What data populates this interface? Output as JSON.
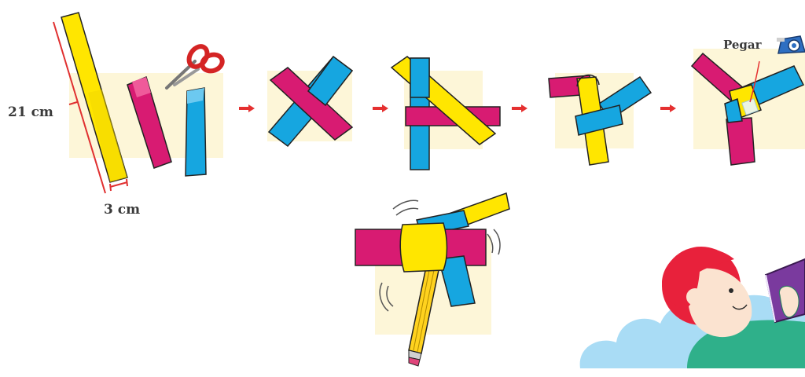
{
  "labels": {
    "length": "21 cm",
    "width": "3 cm",
    "glue": "Pegar"
  },
  "colors": {
    "yellow": "#ffe600",
    "magenta": "#d81b72",
    "cyan": "#16a6e0",
    "panel": "#fdf6d8",
    "arrow": "#e53030",
    "cloud": "#a9dcf5",
    "hair": "#e8213b",
    "shirt": "#2fb08a"
  },
  "icons": [
    "scissors-icon",
    "tape-dispenser-icon",
    "pencil-icon"
  ]
}
